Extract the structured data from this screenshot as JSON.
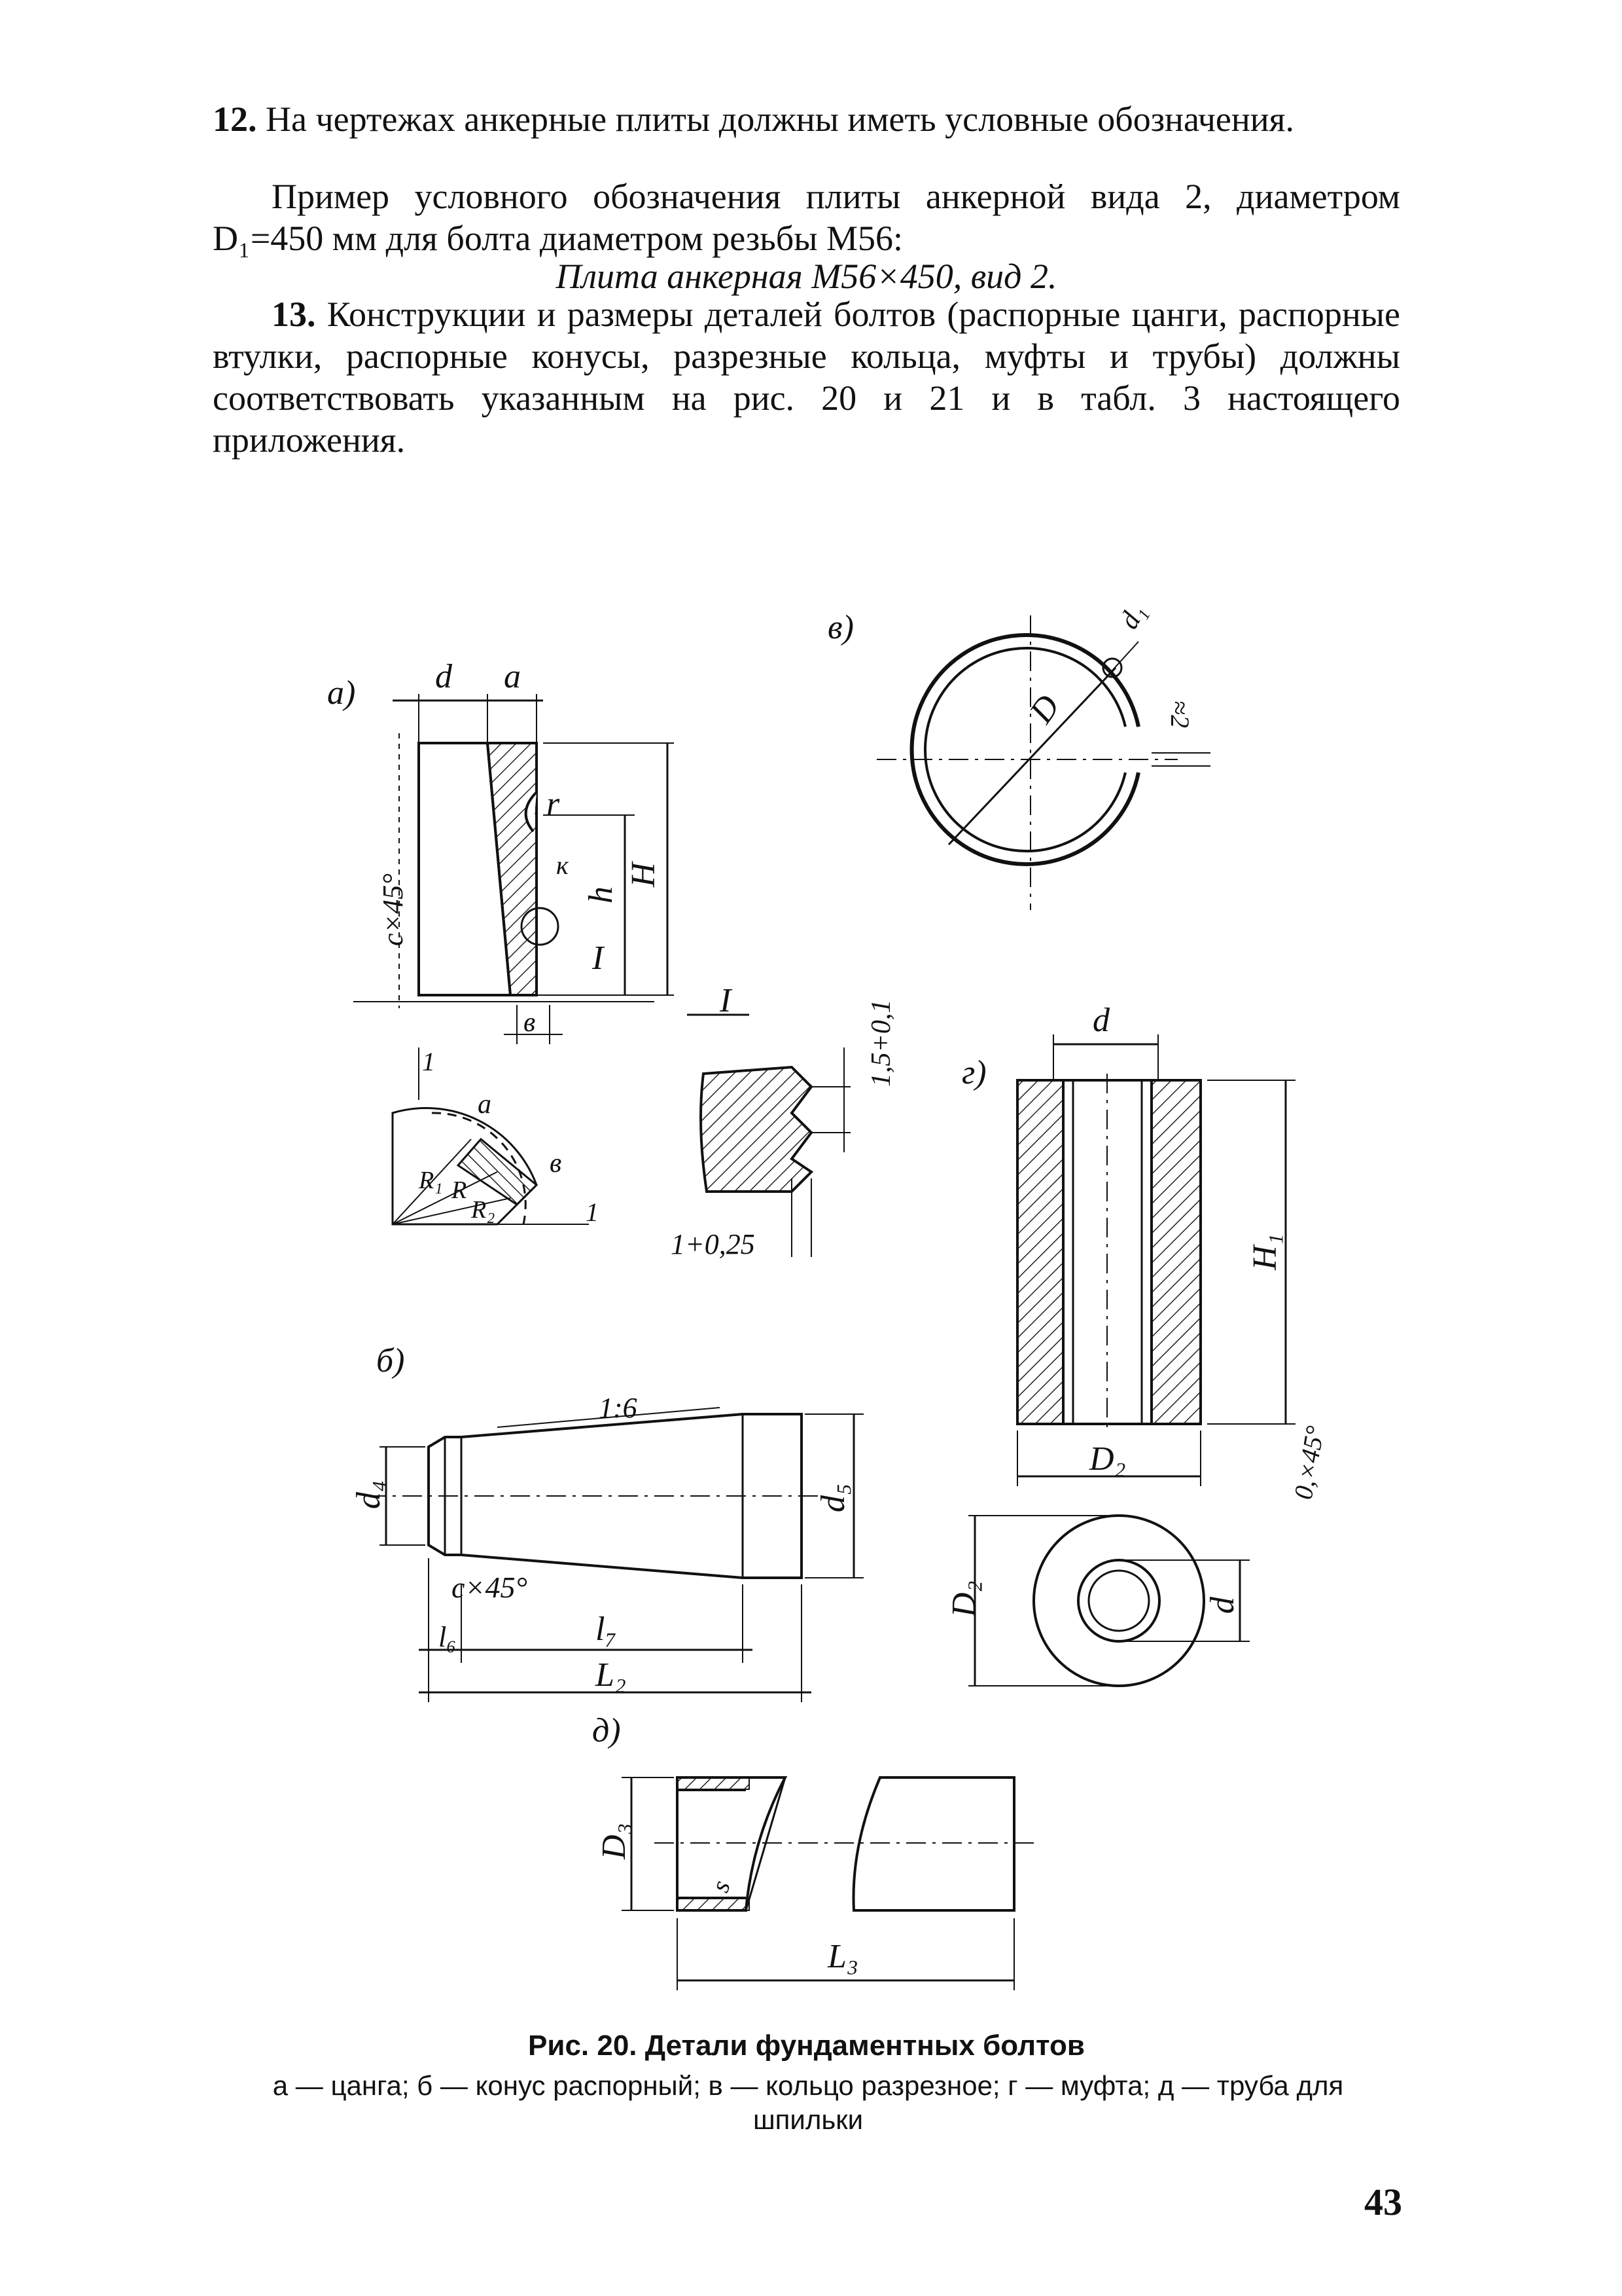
{
  "paragraphs": {
    "p12": {
      "number": "12.",
      "text": " На чертежах анкерные плиты должны иметь условные обозначения."
    },
    "example": {
      "text": "Пример условного обозначения плиты анкерной вида 2, диаметром D₁=450 мм для болта диаметром резьбы М56:"
    },
    "designation": "Плита анкерная М56×450, вид 2.",
    "p13": {
      "number": "13.",
      "text": " Конструкции и размеры деталей болтов (распорные цанги, распорные втулки, распорные конусы, разрезные кольца, муфты и трубы) должны соответствовать указанным на рис. 20 и 21 и в табл. 3 настоящего приложения."
    }
  },
  "figure": {
    "labels": {
      "a": "а)",
      "b": "б)",
      "v": "в)",
      "g": "г)",
      "d": "д)",
      "detail": "I"
    },
    "dimensions": {
      "d": "d",
      "a": "a",
      "r": "r",
      "k": "к",
      "h": "h",
      "H": "H",
      "I": "I",
      "b": "в",
      "cx45": "c×45°",
      "one": "1",
      "R1": "R₁",
      "R": "R",
      "R2": "R₂",
      "groove_depth": "1,5+0,1",
      "groove_width": "1+0,25",
      "D": "D",
      "d1": "d₁",
      "gap": "≈2",
      "H1": "H₁",
      "D2": "D₂",
      "chamfer": "0,×45°",
      "taper": "1:6",
      "d4": "d₄",
      "d5": "d₅",
      "cone_chamfer": "c×45°",
      "l6": "l₆",
      "l7": "l₇",
      "L2": "L₂",
      "D3": "D₃",
      "s": "s",
      "L3": "L₃"
    },
    "caption": {
      "title": "Рис. 20. Детали фундаментных болтов",
      "legend": "а — цанга; б — конус распорный; в — кольцо разрезное; г — муфта; д — труба для шпильки"
    }
  },
  "page_number": "43"
}
